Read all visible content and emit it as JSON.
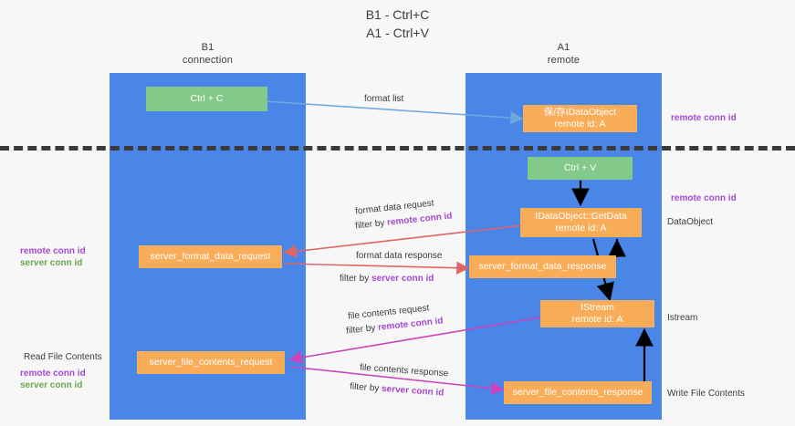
{
  "title": {
    "line1": "B1 - Ctrl+C",
    "line2": "A1 - Ctrl+V"
  },
  "lanes": [
    {
      "id": "b1",
      "name": "B1",
      "role": "connection",
      "color": "#4a86e8"
    },
    {
      "id": "a1",
      "name": "A1",
      "role": "remote",
      "color": "#4a86e8"
    }
  ],
  "colors": {
    "lane": "#4a86e8",
    "green_node": "#83c98a",
    "orange_node": "#f9ad59",
    "purple_text": "#a64ad0",
    "green_text": "#6aa84f",
    "divider": "#3a3a3a",
    "arrow_blue": "#6fa8dc",
    "arrow_red": "#e06666",
    "arrow_black": "#000000",
    "arrow_magenta": "#cc44bb"
  },
  "nodes": {
    "ctrl_c": {
      "label": "Ctrl + C",
      "style": "green"
    },
    "dataobject_remote": {
      "label": "保/存IDataObject",
      "sub": "remote id: A",
      "style": "orange"
    },
    "ctrl_v": {
      "label": "Ctrl + V",
      "style": "green"
    },
    "getdata": {
      "label": "IDataObject::GetData",
      "sub": "remote id: A",
      "style": "orange"
    },
    "format_req": {
      "label": "server_format_data_request",
      "style": "orange"
    },
    "format_resp": {
      "label": "server_format_data_response",
      "style": "orange"
    },
    "istream": {
      "label": "IStream",
      "sub": "remote id: A",
      "style": "orange"
    },
    "file_req": {
      "label": "server_file_contents_request",
      "style": "orange"
    },
    "file_resp": {
      "label": "server_file_contents_response",
      "style": "orange"
    }
  },
  "edge_labels": {
    "format_list": "format list",
    "format_data_request": "format data request",
    "format_data_request_filter_prefix": "filter by ",
    "format_data_request_filter_key": "remote conn id",
    "format_data_response": "format data response",
    "format_data_response_filter_prefix": "filter by ",
    "format_data_response_filter_key": "server conn id",
    "file_contents_request": "file contents request",
    "file_contents_request_filter_prefix": "filter by ",
    "file_contents_request_filter_key": "remote conn id",
    "file_contents_response": "file contents response",
    "file_contents_response_filter_prefix": "filter by ",
    "file_contents_response_filter_key": "server conn id"
  },
  "side_labels": {
    "right_remote_conn_id_top": "remote conn id",
    "right_remote_conn_id_mid": "remote conn id",
    "right_dataobject": "DataObject",
    "right_istream": "Istream",
    "right_write_file_contents": "Write File Contents",
    "left_remote_conn_id": "remote conn id",
    "left_server_conn_id": "server conn id",
    "left_read_file_contents": "Read File Contents",
    "left_remote_conn_id_2": "remote conn id",
    "left_server_conn_id_2": "server conn id"
  }
}
